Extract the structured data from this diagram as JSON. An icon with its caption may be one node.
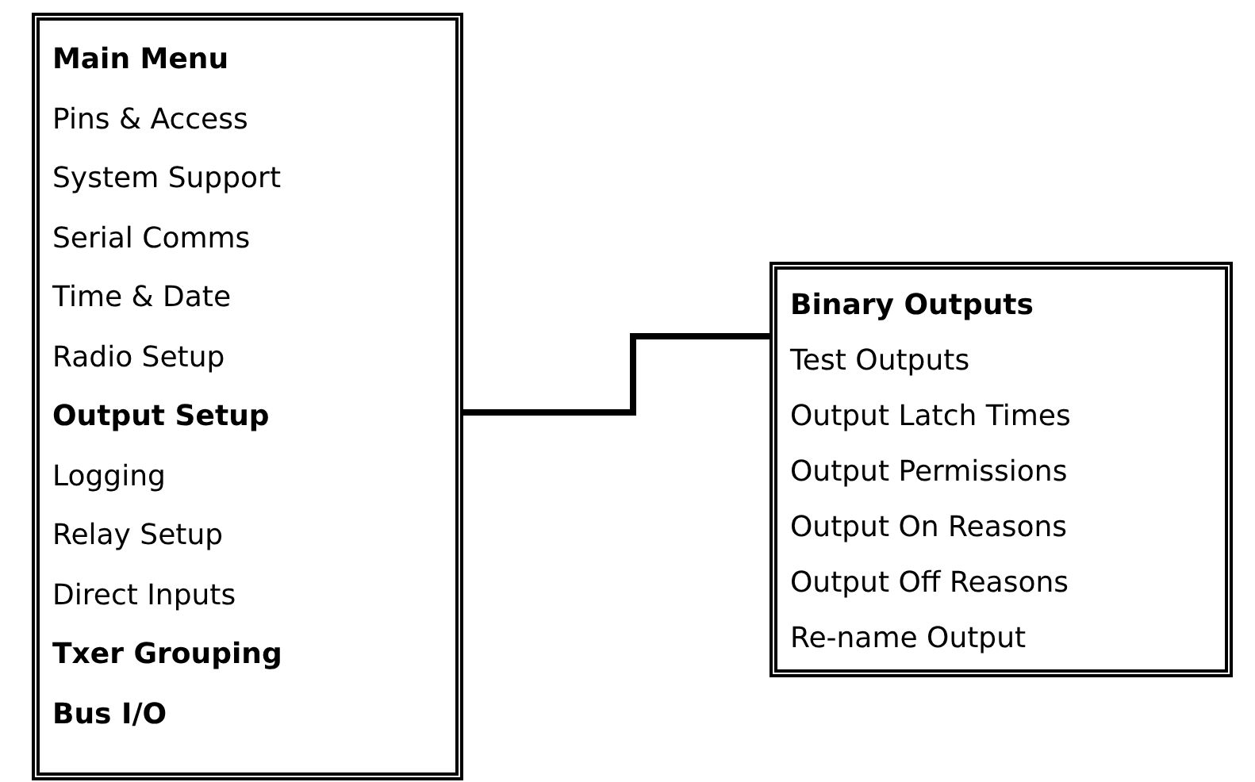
{
  "diagram": {
    "nodes": [
      {
        "text": [
          "Main Menu",
          "Pins & Access",
          "System Support",
          "Serial Comms",
          "Time & Date",
          "Radio Setup",
          "Output Setup",
          "Logging",
          "Relay Setup",
          "Direct Inputs",
          "Txer Grouping",
          "Bus I/O"
        ]
      },
      {
        "text": [
          "Binary Outputs",
          "Test Outputs",
          "Output Latch Times",
          "Output Permissions",
          "Output On Reasons",
          "Output Off Reasons",
          "Re-name Output"
        ]
      }
    ],
    "edges": [
      {
        "from": 0,
        "to": 1,
        "arrow": "none"
      }
    ]
  }
}
